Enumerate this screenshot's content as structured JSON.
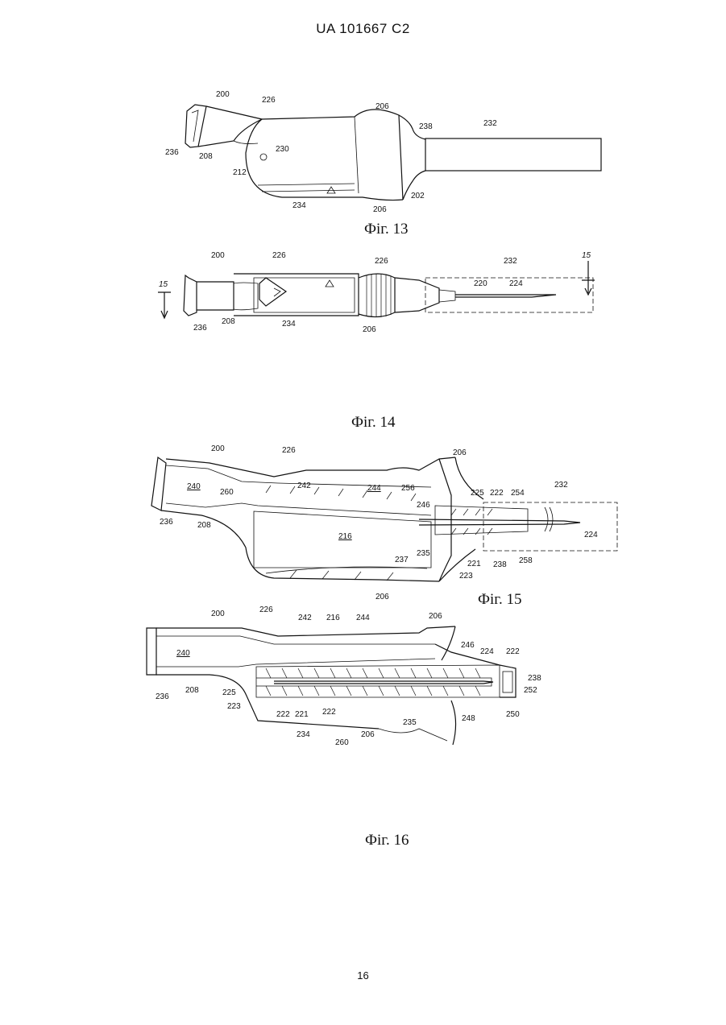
{
  "header": {
    "text": "UA   101667   C2"
  },
  "page_number": "16",
  "figures": [
    {
      "caption": "Фіг. 13",
      "labels": [
        "200",
        "226",
        "206",
        "238",
        "232",
        "236",
        "208",
        "230",
        "212",
        "234",
        "206",
        "202"
      ]
    },
    {
      "caption": "Фіг. 14",
      "labels": [
        "200",
        "226",
        "226",
        "232",
        "15",
        "15",
        "236",
        "208",
        "234",
        "206",
        "220",
        "224"
      ]
    },
    {
      "caption": "Фіг. 15",
      "labels": [
        "200",
        "226",
        "206",
        "240",
        "260",
        "242",
        "244",
        "256",
        "225",
        "222",
        "254",
        "232",
        "246",
        "236",
        "208",
        "216",
        "235",
        "237",
        "221",
        "223",
        "238",
        "258",
        "224",
        "206"
      ]
    },
    {
      "caption": "Фіг. 16",
      "labels": [
        "200",
        "226",
        "242",
        "216",
        "244",
        "206",
        "240",
        "246",
        "224",
        "222",
        "238",
        "252",
        "236",
        "208",
        "225",
        "223",
        "222",
        "221",
        "222",
        "248",
        "250",
        "234",
        "260",
        "206",
        "235"
      ]
    }
  ]
}
